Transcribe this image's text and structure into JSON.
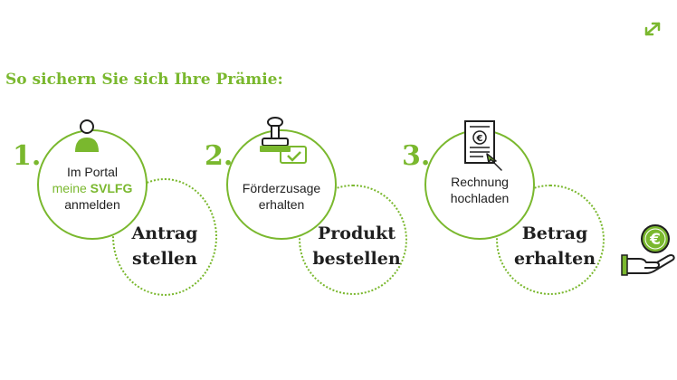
{
  "headline": "So sichern Sie sich Ihre Prämie:",
  "icons": {
    "expand": "expand-arrows-icon",
    "step1": "user-person-icon",
    "step2": "approval-stamp-icon",
    "step3": "invoice-upload-icon",
    "result": "hand-euro-coin-icon"
  },
  "colors": {
    "accent": "#7ab82e",
    "text": "#1f1f1f"
  },
  "steps": [
    {
      "number": "1.",
      "text_line1": "Im Portal",
      "text_line2_prefix": "meine",
      "text_line2_brand": "SVLFG",
      "text_line3": "anmelden",
      "action_line1": "Antrag",
      "action_line2": "stellen"
    },
    {
      "number": "2.",
      "text_line1": "Förderzusage",
      "text_line2": "erhalten",
      "action_line1": "Produkt",
      "action_line2": "bestellen"
    },
    {
      "number": "3.",
      "text_line1": "Rechnung",
      "text_line2": "hochladen",
      "action_line1": "Betrag",
      "action_line2": "erhalten"
    }
  ],
  "result_icon_symbol": "€"
}
